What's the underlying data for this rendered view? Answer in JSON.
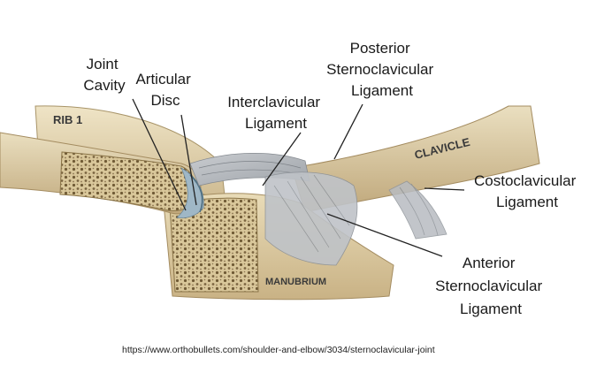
{
  "labels": {
    "joint_cavity": [
      "Joint",
      "Cavity"
    ],
    "articular_disc": [
      "Articular",
      "Disc"
    ],
    "interclavicular_ligament": [
      "Interclavicular",
      "Ligament"
    ],
    "posterior_sternoclavicular_ligament": [
      "Posterior",
      "Sternoclavicular",
      "Ligament"
    ],
    "costoclavicular_ligament": [
      "Costoclavicular",
      "Ligament"
    ],
    "anterior_sternoclavicular_ligament": [
      "Anterior",
      "Sternoclavicular",
      "Ligament"
    ]
  },
  "bone_labels": {
    "rib": "RIB 1",
    "clavicle": "CLAVICLE",
    "manubrium": "MANUBRIUM"
  },
  "source_url": "https://www.orthobullets.com/shoulder-and-elbow/3034/sternoclavicular-joint"
}
